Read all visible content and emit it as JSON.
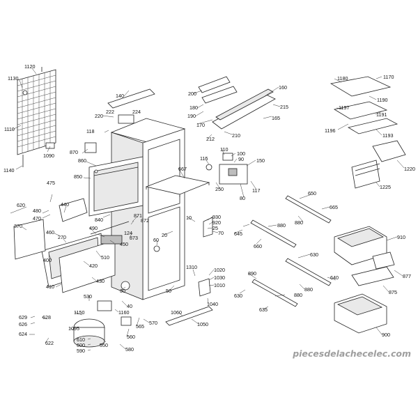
{
  "diagram": {
    "labels": [
      {
        "id": "p1120",
        "text": "1120"
      },
      {
        "id": "p1130",
        "text": "1130"
      },
      {
        "id": "p1110",
        "text": "1110"
      },
      {
        "id": "p1090",
        "text": "1090"
      },
      {
        "id": "p1140",
        "text": "1140"
      },
      {
        "id": "p140",
        "text": "140"
      },
      {
        "id": "p220",
        "text": "220"
      },
      {
        "id": "p222",
        "text": "222"
      },
      {
        "id": "p224",
        "text": "224"
      },
      {
        "id": "p118",
        "text": "118"
      },
      {
        "id": "p870",
        "text": "870"
      },
      {
        "id": "p860",
        "text": "860"
      },
      {
        "id": "p850",
        "text": "850"
      },
      {
        "id": "p475",
        "text": "475"
      },
      {
        "id": "p620",
        "text": "620"
      },
      {
        "id": "p480",
        "text": "480"
      },
      {
        "id": "p470",
        "text": "470"
      },
      {
        "id": "p440",
        "text": "440"
      },
      {
        "id": "p370",
        "text": "370"
      },
      {
        "id": "p460",
        "text": "460"
      },
      {
        "id": "p270",
        "text": "270"
      },
      {
        "id": "p400",
        "text": "400"
      },
      {
        "id": "p410",
        "text": "410"
      },
      {
        "id": "p490",
        "text": "490"
      },
      {
        "id": "p124",
        "text": "124"
      },
      {
        "id": "p450",
        "text": "450"
      },
      {
        "id": "p510",
        "text": "510"
      },
      {
        "id": "p420",
        "text": "420"
      },
      {
        "id": "p430",
        "text": "430"
      },
      {
        "id": "p30",
        "text": "30"
      },
      {
        "id": "p530",
        "text": "530"
      },
      {
        "id": "p40",
        "text": "40"
      },
      {
        "id": "p840",
        "text": "840"
      },
      {
        "id": "p871",
        "text": "871"
      },
      {
        "id": "p872",
        "text": "872"
      },
      {
        "id": "p873",
        "text": "873"
      },
      {
        "id": "p60",
        "text": "60"
      },
      {
        "id": "p200",
        "text": "200"
      },
      {
        "id": "p180",
        "text": "180"
      },
      {
        "id": "p190",
        "text": "190"
      },
      {
        "id": "p170",
        "text": "170"
      },
      {
        "id": "p160",
        "text": "160"
      },
      {
        "id": "p215",
        "text": "215"
      },
      {
        "id": "p165",
        "text": "165"
      },
      {
        "id": "p212",
        "text": "212"
      },
      {
        "id": "p210",
        "text": "210"
      },
      {
        "id": "p667",
        "text": "667"
      },
      {
        "id": "p110",
        "text": "110"
      },
      {
        "id": "p100",
        "text": "100"
      },
      {
        "id": "p90",
        "text": "90"
      },
      {
        "id": "p150",
        "text": "150"
      },
      {
        "id": "p115",
        "text": "115"
      },
      {
        "id": "p250",
        "text": "250"
      },
      {
        "id": "p80",
        "text": "80"
      },
      {
        "id": "p117",
        "text": "117"
      },
      {
        "id": "p10",
        "text": "10"
      },
      {
        "id": "p930",
        "text": "930"
      },
      {
        "id": "p920",
        "text": "920"
      },
      {
        "id": "p25",
        "text": "25"
      },
      {
        "id": "p70",
        "text": "70"
      },
      {
        "id": "p20",
        "text": "20"
      },
      {
        "id": "p1310",
        "text": "1310"
      },
      {
        "id": "p1020",
        "text": "1020"
      },
      {
        "id": "p1030",
        "text": "1030"
      },
      {
        "id": "p1010",
        "text": "1010"
      },
      {
        "id": "p50",
        "text": "50"
      },
      {
        "id": "p1040",
        "text": "1040"
      },
      {
        "id": "p1060",
        "text": "1060"
      },
      {
        "id": "p1050",
        "text": "1050"
      },
      {
        "id": "p1150",
        "text": "1150"
      },
      {
        "id": "p1160",
        "text": "1160"
      },
      {
        "id": "p1095",
        "text": "1095"
      },
      {
        "id": "p629",
        "text": "629"
      },
      {
        "id": "p626",
        "text": "626"
      },
      {
        "id": "p628",
        "text": "628"
      },
      {
        "id": "p624",
        "text": "624"
      },
      {
        "id": "p622",
        "text": "622"
      },
      {
        "id": "p610",
        "text": "610"
      },
      {
        "id": "p600",
        "text": "600"
      },
      {
        "id": "p590",
        "text": "590"
      },
      {
        "id": "p550",
        "text": "550"
      },
      {
        "id": "p560",
        "text": "560"
      },
      {
        "id": "p565",
        "text": "565"
      },
      {
        "id": "p570",
        "text": "570"
      },
      {
        "id": "p580",
        "text": "580"
      },
      {
        "id": "p1170",
        "text": "1170"
      },
      {
        "id": "p1180",
        "text": "1180"
      },
      {
        "id": "p1190",
        "text": "1190"
      },
      {
        "id": "p1197",
        "text": "1197"
      },
      {
        "id": "p1191",
        "text": "1191"
      },
      {
        "id": "p1196",
        "text": "1196"
      },
      {
        "id": "p1193",
        "text": "1193"
      },
      {
        "id": "p1220",
        "text": "1220"
      },
      {
        "id": "p1225",
        "text": "1225"
      },
      {
        "id": "p650",
        "text": "650"
      },
      {
        "id": "p665",
        "text": "665"
      },
      {
        "id": "p880a",
        "text": "880"
      },
      {
        "id": "p880b",
        "text": "880"
      },
      {
        "id": "p880c",
        "text": "880"
      },
      {
        "id": "p880d",
        "text": "880"
      },
      {
        "id": "p645",
        "text": "645"
      },
      {
        "id": "p660",
        "text": "660"
      },
      {
        "id": "p630a",
        "text": "630"
      },
      {
        "id": "p630b",
        "text": "630"
      },
      {
        "id": "p640",
        "text": "640"
      },
      {
        "id": "p910",
        "text": "910"
      },
      {
        "id": "p875",
        "text": "875"
      },
      {
        "id": "p877",
        "text": "877"
      },
      {
        "id": "p890",
        "text": "890"
      },
      {
        "id": "p635",
        "text": "635"
      },
      {
        "id": "p900",
        "text": "900"
      }
    ],
    "watermark": "piecesdelachecelec.com"
  }
}
